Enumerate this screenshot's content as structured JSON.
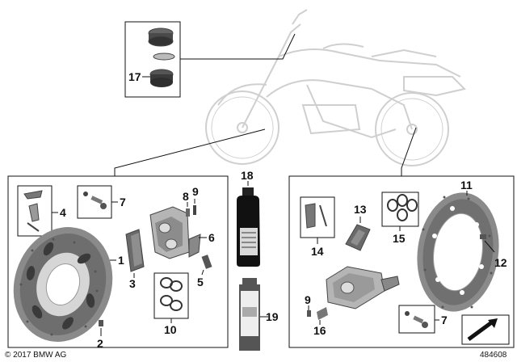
{
  "diagram": {
    "labels": {
      "l1": "1",
      "l2": "2",
      "l3": "3",
      "l4": "4",
      "l5": "5",
      "l6": "6",
      "l7a": "7",
      "l7b": "7",
      "l8": "8",
      "l9a": "9",
      "l9b": "9",
      "l10": "10",
      "l11": "11",
      "l12": "12",
      "l13": "13",
      "l14": "14",
      "l15": "15",
      "l16": "16",
      "l17": "17",
      "l18": "18",
      "l19": "19"
    },
    "copyright": "© 2017 BMW AG",
    "image_id": "484608"
  },
  "colors": {
    "bike_ghost": "#dcdcdc",
    "part_dark": "#3a3a3a",
    "part_mid": "#8a8a8a",
    "part_light": "#c8c8c8",
    "line": "#111111"
  }
}
